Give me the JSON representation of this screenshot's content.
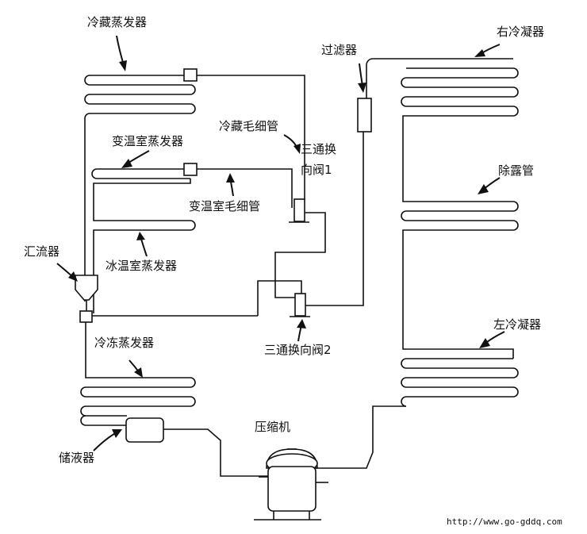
{
  "labels": {
    "lc_evap": "冷藏蒸发器",
    "bw_evap": "变温室蒸发器",
    "ice_evap": "冰温室蒸发器",
    "freeze_evap": "冷冻蒸发器",
    "receiver": "储液器",
    "collector": "汇流器",
    "lc_capillary": "冷藏毛细管",
    "bw_capillary": "变温室毛细管",
    "valve1_line1": "三通换",
    "valve1_line2": "向阀1",
    "valve2": "三通换向阀2",
    "filter": "过滤器",
    "right_cond": "右冷凝器",
    "anti_dew": "除露管",
    "left_cond": "左冷凝器",
    "compressor": "压缩机",
    "watermark": "http://www.go-gddq.com"
  }
}
